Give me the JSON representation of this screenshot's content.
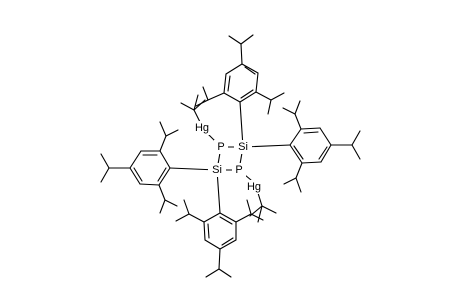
{
  "atoms": {
    "P1": "P",
    "P2": "P",
    "Si1": "Si",
    "Si2": "Si",
    "Hg1": "Hg",
    "Hg2": "Hg"
  },
  "colors": {
    "bond": "#000000",
    "background": "#ffffff"
  }
}
